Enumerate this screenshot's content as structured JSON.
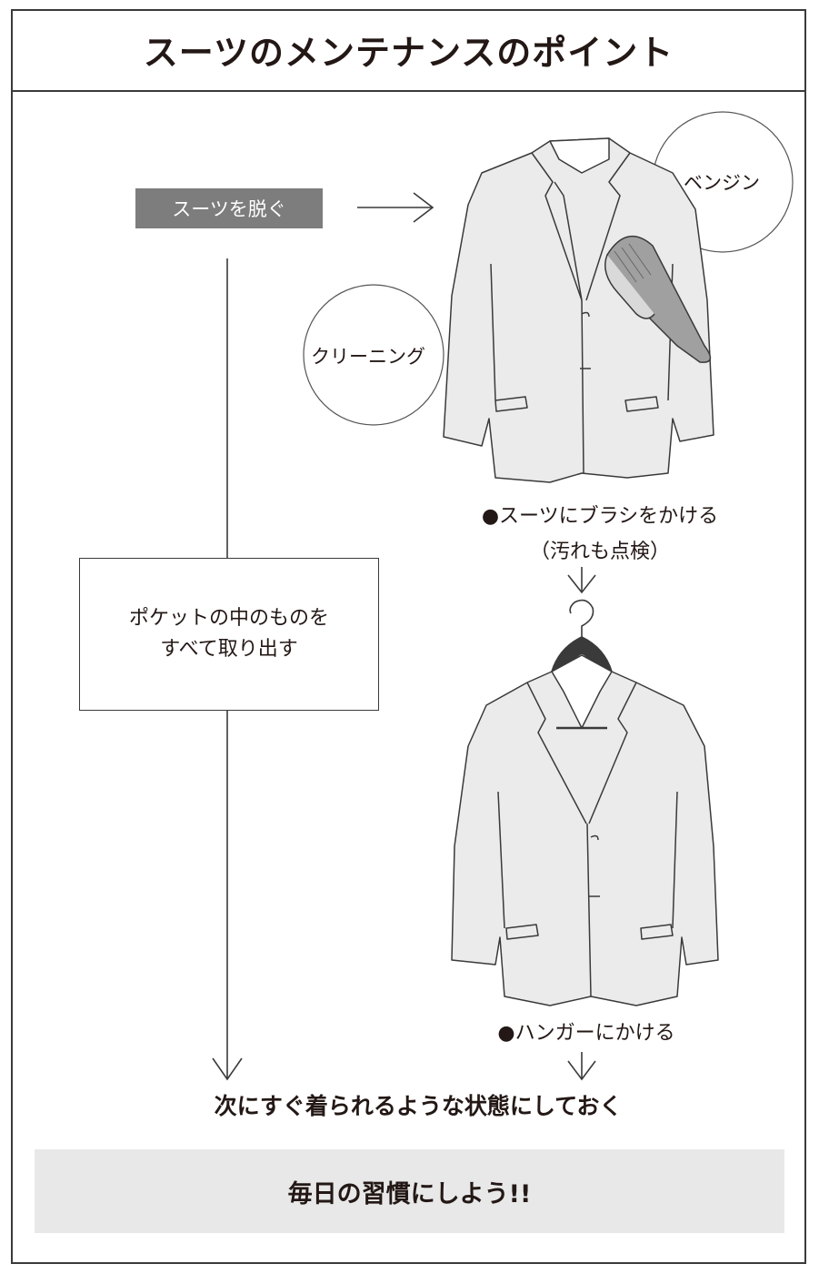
{
  "title": "スーツのメンテナンスのポイント",
  "step_start": "スーツを脱ぐ",
  "pocket_step": {
    "line1": "ポケットの中のものを",
    "line2": "すべて取り出す"
  },
  "brush_step": {
    "label": "●スーツにブラシをかける",
    "note": "（汚れも点検）"
  },
  "circles": {
    "benzine": "ベンジン",
    "cleaning": "クリーニング"
  },
  "hanger_step": "●ハンガーにかける",
  "result": "次にすぐ着られるような状態にしておく",
  "habit": "毎日の習慣にしよう!!",
  "icons": [
    "suit-jacket-icon",
    "clothes-brush-icon",
    "hanger-icon",
    "arrow-right-icon",
    "arrow-down-icon"
  ],
  "colors": {
    "start_box": "#7d7d7d",
    "habit_box": "#e8e8e8",
    "line": "#3a3a3a",
    "jacket_fill": "#ebebeb"
  }
}
